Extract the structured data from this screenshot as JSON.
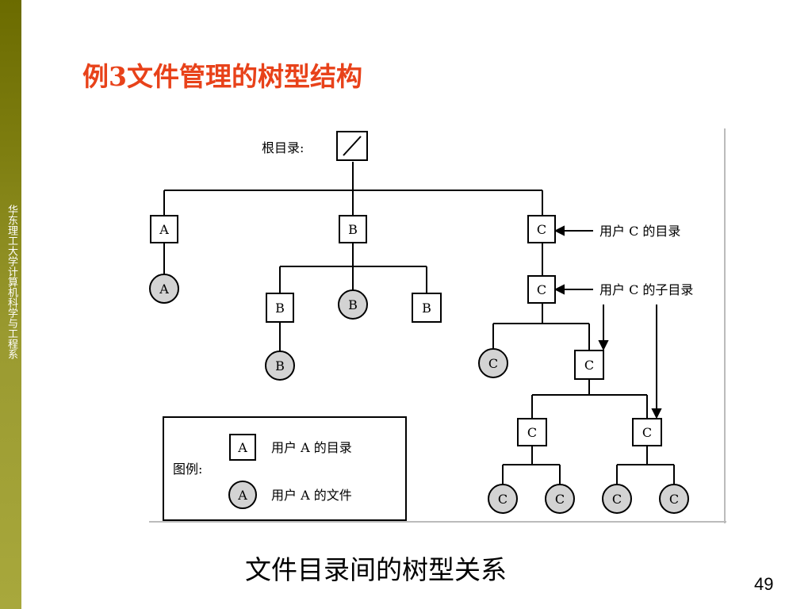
{
  "sidebar": {
    "text": "华东理工大学计算机科学与工程系"
  },
  "slide": {
    "title": "例3文件管理的树型结构",
    "caption": "文件目录间的树型关系",
    "page_number": "49"
  },
  "diagram": {
    "root_label": "根目录:",
    "dir_a": "A",
    "dir_b": "B",
    "dir_c": "C",
    "file_a": "A",
    "file_b": "B",
    "file_c": "C",
    "annotation_user_dir": "用户 C 的目录",
    "annotation_sub_dir": "用户 C 的子目录",
    "legend": {
      "title": "图例:",
      "dir_symbol": "A",
      "dir_desc": "用户 A 的目录",
      "file_symbol": "A",
      "file_desc": "用户 A 的文件"
    },
    "colors": {
      "file_fill": "#d3d3d3",
      "line": "#000000",
      "frame": "#bbbbbb"
    }
  }
}
